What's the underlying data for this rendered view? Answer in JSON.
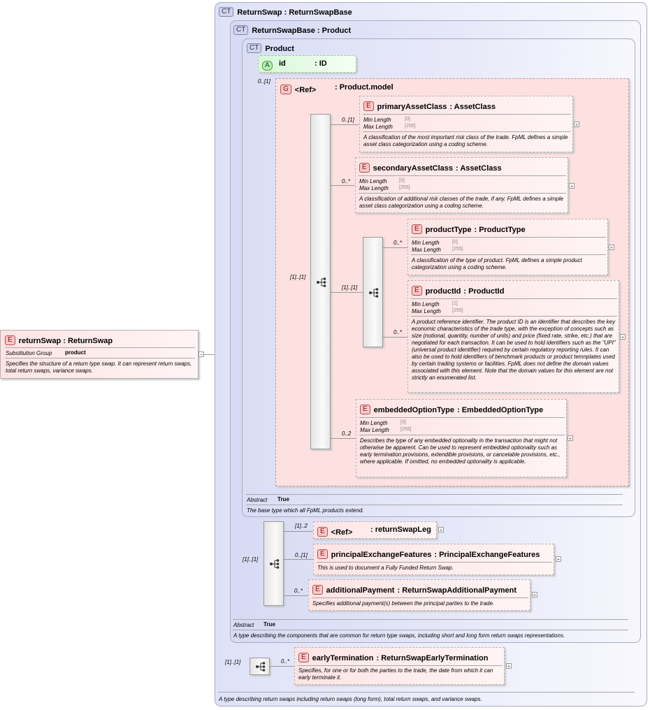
{
  "root": {
    "name": "returnSwap",
    "type": "ReturnSwap",
    "sub_label": "Substitution Group",
    "sub_value": "product",
    "doc": "Specifies the structure of a return type swap. It can represent return swaps, total return swaps, variance swaps.",
    "collapse": "−"
  },
  "ct_outer": {
    "badge": "CT",
    "name": "ReturnSwap",
    "type": "ReturnSwapBase",
    "doc": "A type describing return swaps including return swaps (long form), total return swaps, and variance swaps."
  },
  "ct_base": {
    "badge": "CT",
    "name": "ReturnSwapBase",
    "type": "Product",
    "abstract_label": "Abstract",
    "abstract_value": "True",
    "doc": "A type describing the components that are common for return type swaps, including short and long form return swaps representations."
  },
  "ct_product": {
    "badge": "CT",
    "name": "Product",
    "abstract_label": "Abstract",
    "abstract_value": "True",
    "doc": "The base type which all FpML products extend."
  },
  "attr_id": {
    "badge": "A",
    "name": "id",
    "type": ": ID"
  },
  "group": {
    "badge": "G",
    "ref": "<Ref>",
    "name": ": Product.model",
    "card": "0..[1]"
  },
  "labels": {
    "min_length": "Min Length",
    "max_length": "Max Length"
  },
  "elements": {
    "primaryAssetClass": {
      "name": "primaryAssetClass",
      "type": ": AssetClass",
      "min": "[0]",
      "max": "[255]",
      "card": "0..[1]",
      "doc": "A classification of the most important risk class of the trade. FpML defines a simple asset class categorization using a coding scheme."
    },
    "secondaryAssetClass": {
      "name": "secondaryAssetClass",
      "type": ": AssetClass",
      "min": "[0]",
      "max": "[255]",
      "card": "0..*",
      "doc": "A classification of additional risk classes of the trade, if any. FpML defines a simple asset class categorization using a coding scheme."
    },
    "productType": {
      "name": "productType",
      "type": ": ProductType",
      "min": "[0]",
      "max": "[255]",
      "card": "0..*",
      "doc": "A classification of the type of product. FpML defines a simple product categorization using a coding scheme."
    },
    "productId": {
      "name": "productId",
      "type": ": ProductId",
      "min": "[1]",
      "max": "[255]",
      "card": "0..*",
      "doc": "A product reference identifier. The product ID is an identifier that describes the key economic characteristics of the trade type, with the exception of concepts such as size (notional, quantity, number of units) and price (fixed rate, strike, etc.) that are negotiated for each transaction. It can be used to hold identifiers such as the \"UPI\" (universal product identifier) required by certain regulatory reporting rules. It can also be used to hold identifiers of benchmark products or product temnplates used by certain trading systems or facilities. FpML does not define the domain values associated with this element. Note that the domain values for this element are not strictly an enumerated list."
    },
    "embeddedOptionType": {
      "name": "embeddedOptionType",
      "type": ": EmbeddedOptionType",
      "min": "[0]",
      "max": "[255]",
      "card": "0..2",
      "doc": "Describes the type of any embedded optionality in the transaction that might not otherwise be apparent. Can be used to represent embedded optionality such as early termination provisions, extendible provisions, or cancelable provisions, etc., where applicable. If omitted, no embedded optionality is applicable."
    },
    "returnSwapLeg": {
      "ref": "<Ref>",
      "name": ": returnSwapLeg",
      "card": "[1]..2"
    },
    "principalExchangeFeatures": {
      "name": "principalExchangeFeatures",
      "type": ": PrincipalExchangeFeatures",
      "card": "0..[1]",
      "doc": "This is used to document a Fully Funded Return Swap."
    },
    "additionalPayment": {
      "name": "additionalPayment",
      "type": ": ReturnSwapAdditionalPayment",
      "card": "0..*",
      "doc": "Specifies additional payment(s) between the principal parties to the trade."
    },
    "earlyTermination": {
      "name": "earlyTermination",
      "type": ": ReturnSwapEarlyTermination",
      "card": "0..*",
      "doc": "Specifies, for one or for both the parties to the trade, the date from which it can early terminate it."
    }
  },
  "sequences": {
    "seq_main_card": "[1]..[1]",
    "seq_product_card": "[1]..[1]",
    "seq_legs_card": "[1]..[1]",
    "seq_early_card": "[1]..[1]"
  },
  "badge_e": "E",
  "plus": "+",
  "sequence_icon": "sequence-icon"
}
